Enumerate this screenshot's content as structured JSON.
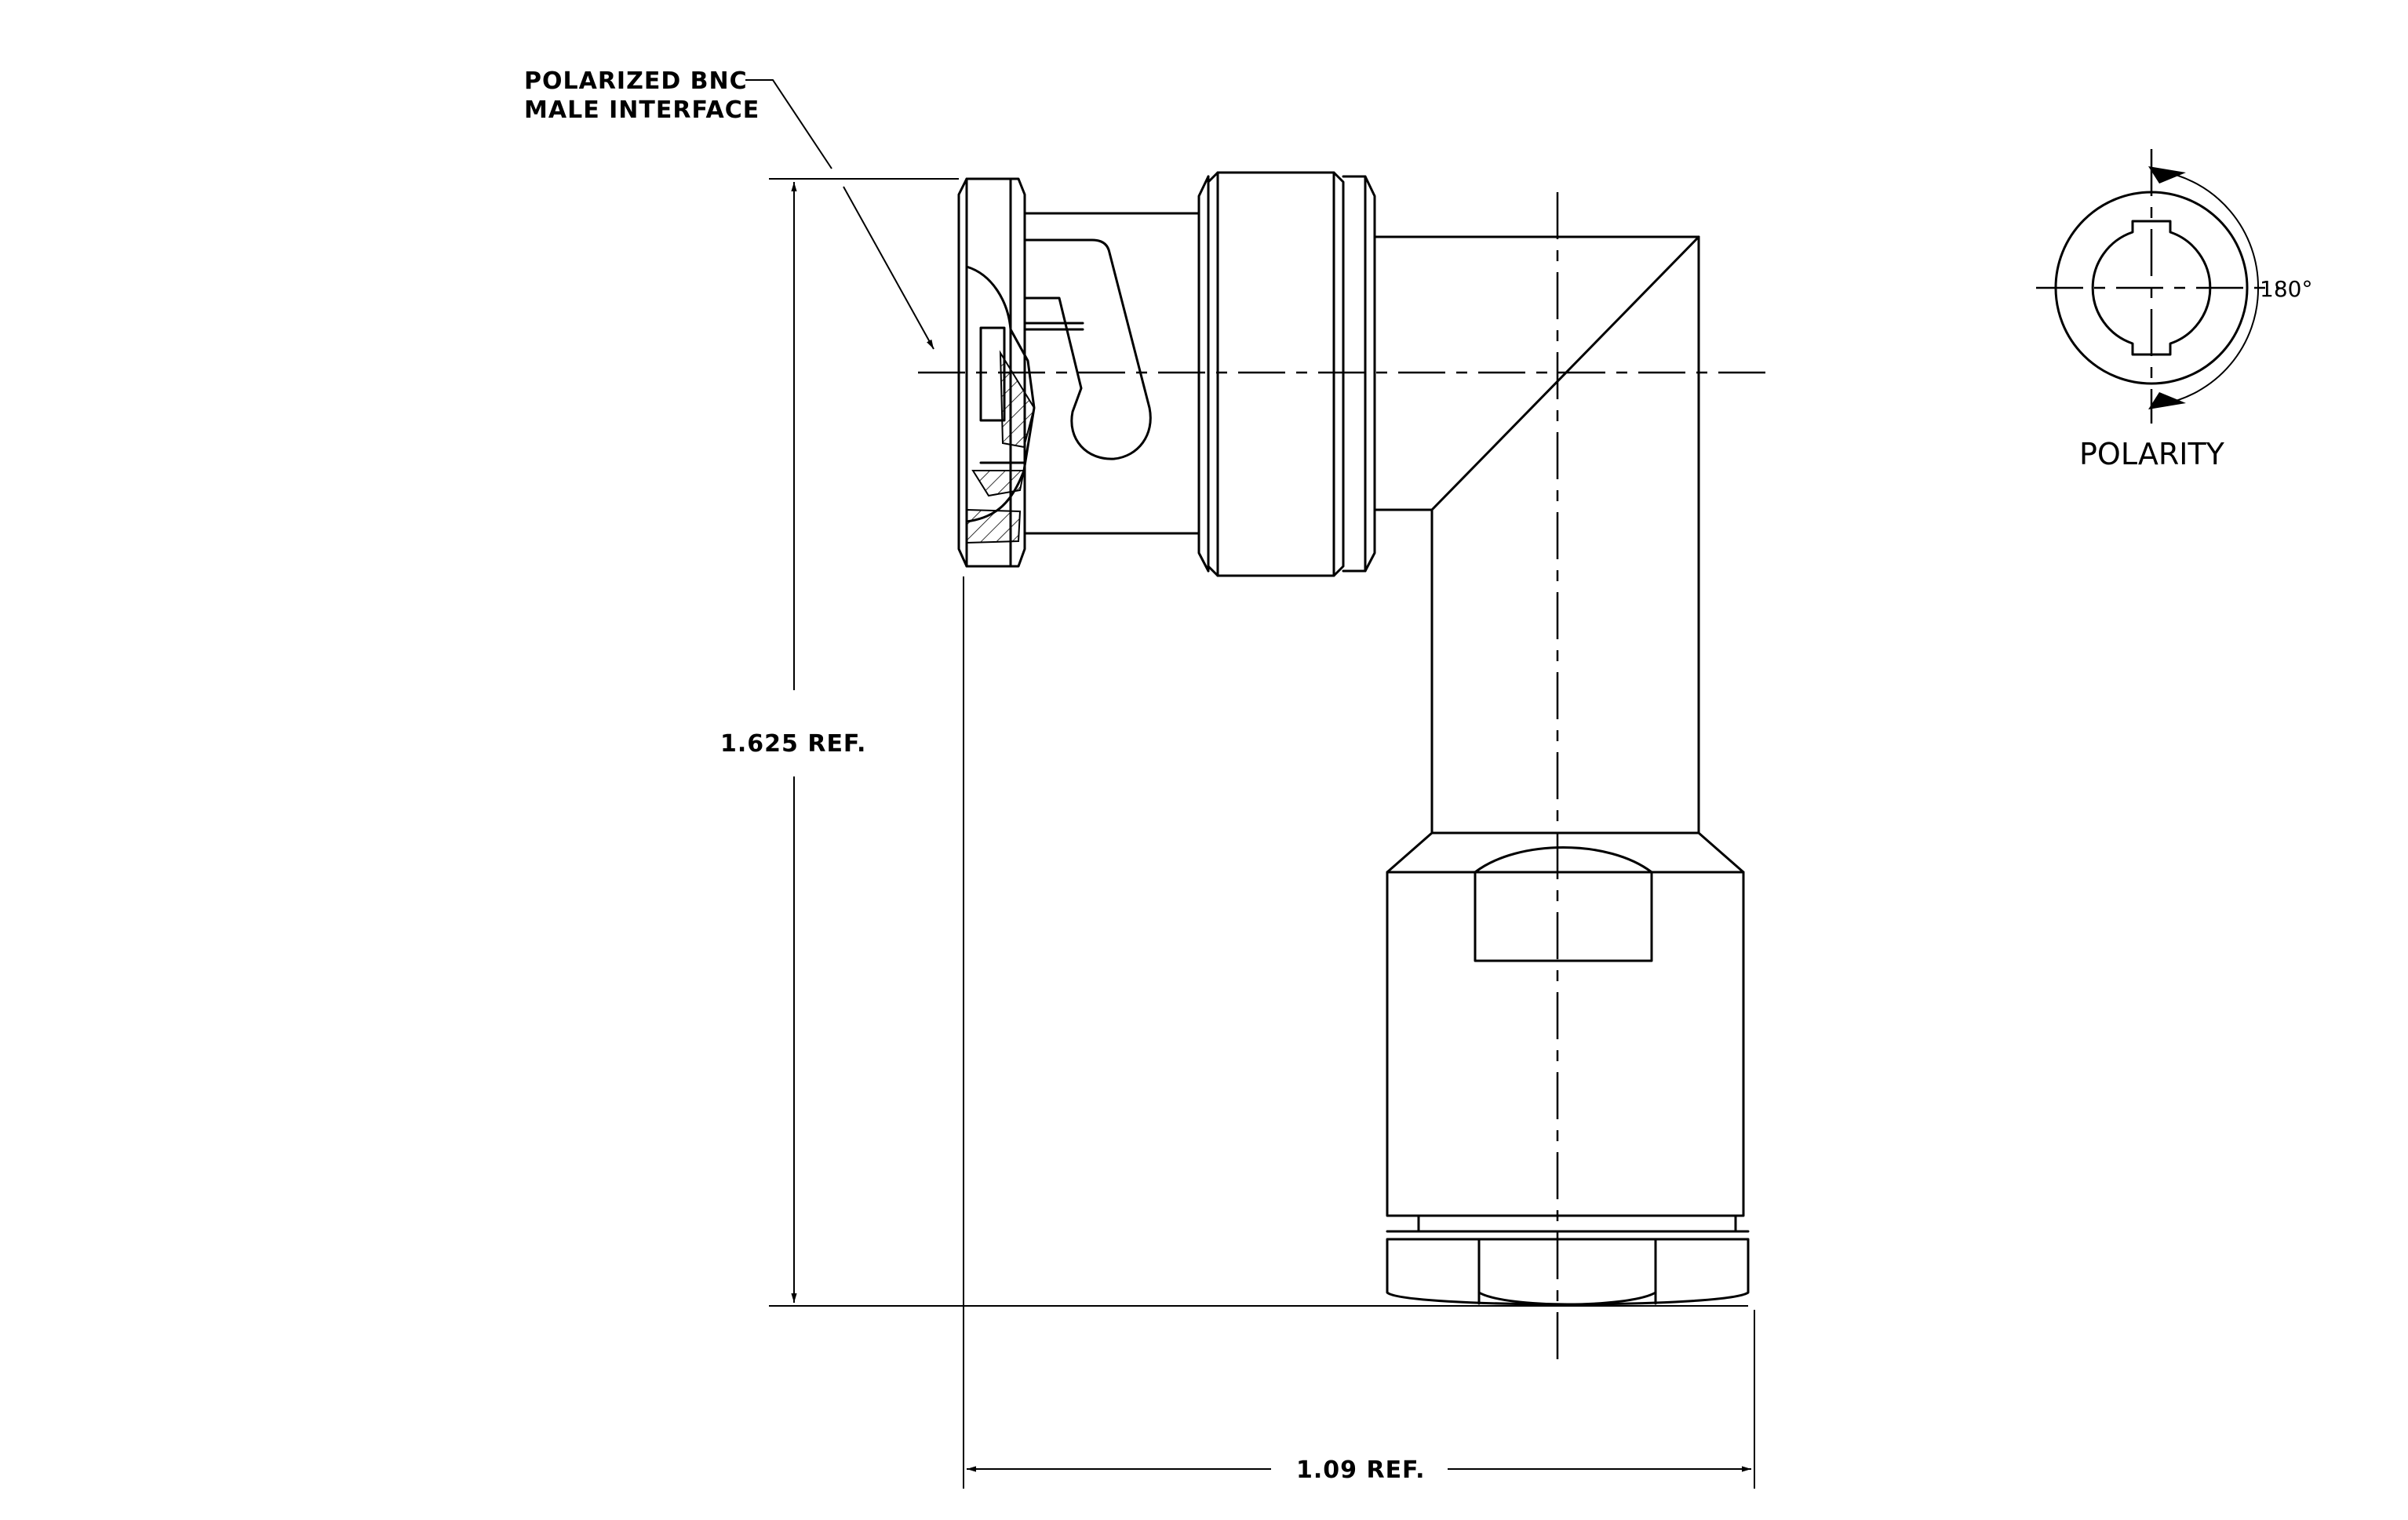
{
  "callout": {
    "line1": "POLARIZED BNC",
    "line2": "MALE INTERFACE"
  },
  "dimensions": {
    "height": "1.625 REF.",
    "width": "1.09 REF."
  },
  "polarity": {
    "angle": "180°",
    "title": "POLARITY"
  }
}
